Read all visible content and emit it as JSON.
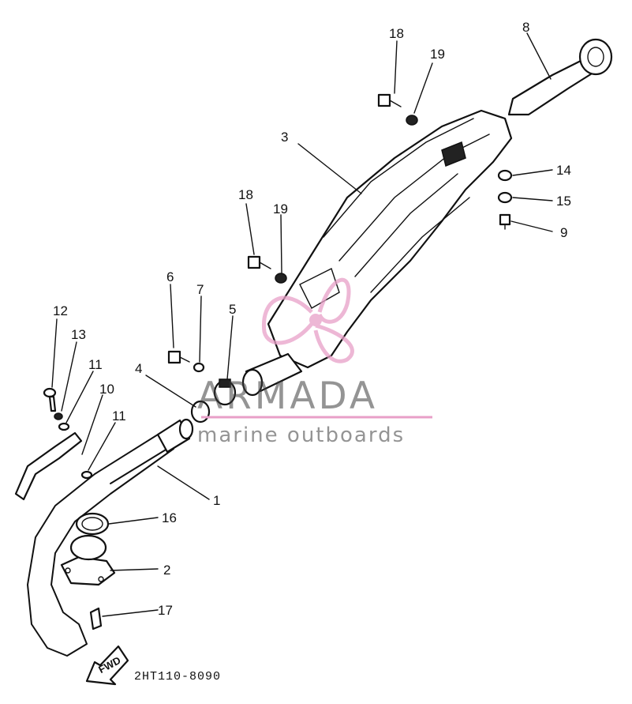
{
  "diagram": {
    "callouts": {
      "c1": "1",
      "c2": "2",
      "c3": "3",
      "c4": "4",
      "c5": "5",
      "c6": "6",
      "c7": "7",
      "c8": "8",
      "c9": "9",
      "c10": "10",
      "c11a": "11",
      "c11b": "11",
      "c12": "12",
      "c13": "13",
      "c14": "14",
      "c15": "15",
      "c16": "16",
      "c17": "17",
      "c18a": "18",
      "c18b": "18",
      "c19a": "19",
      "c19b": "19"
    },
    "fwd_label": "FWD",
    "drawing_code": "2HT110-8090"
  },
  "watermark": {
    "brand": "ARMADA",
    "tagline": "marine outboards",
    "logo_color": "#e8a0c8",
    "text_color": "#555555"
  }
}
